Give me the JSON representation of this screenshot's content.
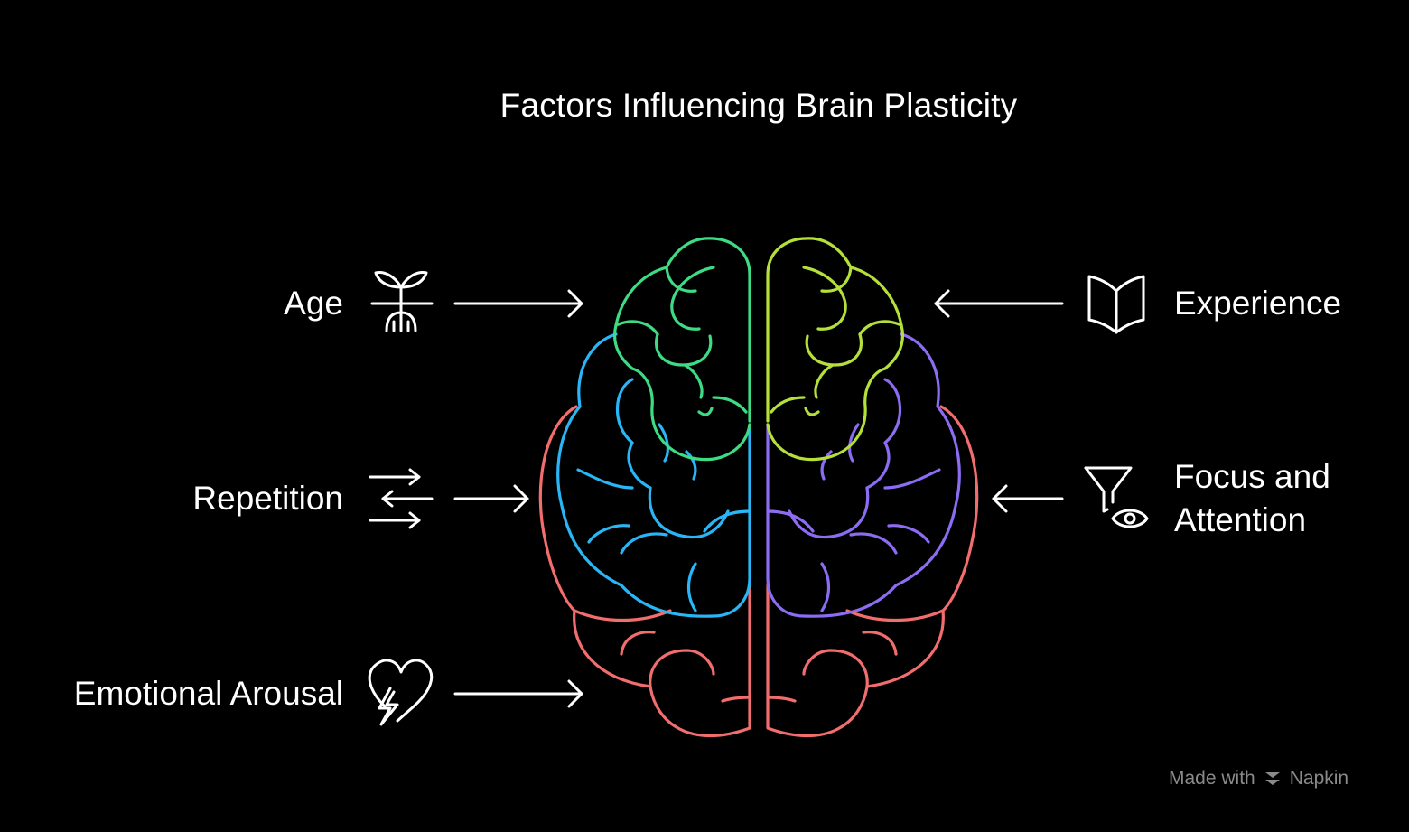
{
  "title": "Factors Influencing Brain Plasticity",
  "factors": {
    "age": "Age",
    "repetition": "Repetition",
    "emotional_arousal": "Emotional Arousal",
    "experience": "Experience",
    "focus_line1": "Focus and",
    "focus_line2": "Attention"
  },
  "icons": {
    "age": "plant-roots-icon",
    "repetition": "swap-arrows-icon",
    "emotional_arousal": "heart-lightning-icon",
    "experience": "open-book-icon",
    "focus": "funnel-eye-icon"
  },
  "colors": {
    "background": "#000000",
    "text": "#ffffff",
    "frontal_left": "#3ddc84",
    "frontal_right": "#b5e03a",
    "parietal_left": "#29b6f6",
    "parietal_right": "#8c6cf2",
    "temporal": "#f26d6d"
  },
  "watermark": {
    "prefix": "Made with",
    "brand": "Napkin"
  }
}
